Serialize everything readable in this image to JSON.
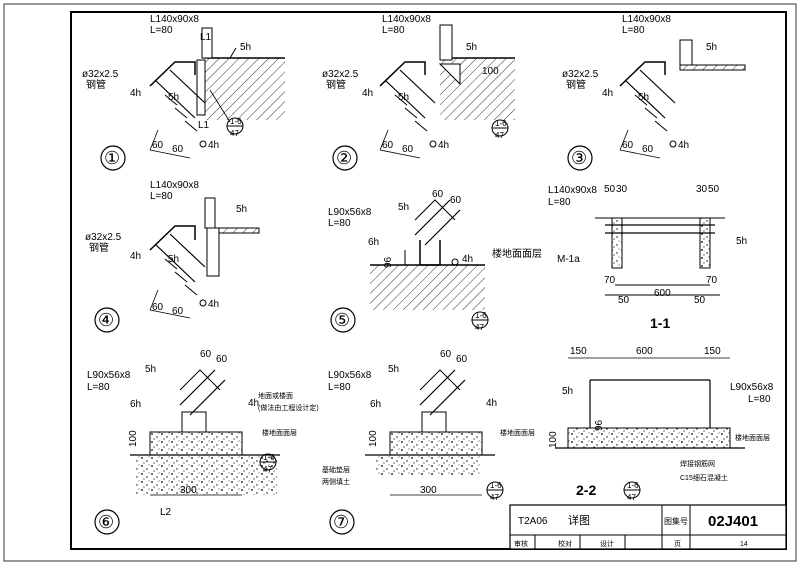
{
  "title_block": {
    "sheet_code": "T2A06",
    "title": "详图",
    "atlas_label": "图集号",
    "atlas_number": "02J401",
    "bottom_labels": [
      "审核",
      "校对",
      "设计",
      "页"
    ],
    "page": "14"
  },
  "details": [
    {
      "num": "①",
      "labels": [
        "L140x90x8",
        "L=80",
        "ø32x2.5",
        "钢管",
        "5h",
        "4h",
        "4h",
        "60",
        "60",
        "5h",
        "L1",
        "L1"
      ],
      "ref_top": "1-6",
      "ref_bottom": "47"
    },
    {
      "num": "②",
      "labels": [
        "L140x90x8",
        "L=80",
        "ø32x2.5",
        "钢管",
        "5h",
        "4h",
        "4h",
        "60",
        "60",
        "5h",
        "100"
      ],
      "ref_top": "1-6",
      "ref_bottom": "47"
    },
    {
      "num": "③",
      "labels": [
        "L140x90x8",
        "L=80",
        "ø32x2.5",
        "钢管",
        "5h",
        "4h",
        "4h",
        "60",
        "60",
        "5h"
      ]
    },
    {
      "num": "④",
      "labels": [
        "L140x90x8",
        "L=80",
        "ø32x2.5",
        "钢管",
        "5h",
        "4h",
        "4h",
        "60",
        "60",
        "5h"
      ]
    },
    {
      "num": "⑤",
      "labels": [
        "L90x56x8",
        "L=80",
        "6h",
        "96",
        "4h",
        "60",
        "60",
        "5h",
        "楼地面面层"
      ],
      "ref_top": "1-6",
      "ref_bottom": "47"
    },
    {
      "num": "⑥",
      "labels": [
        "L90x56x8",
        "L=80",
        "5h",
        "6h",
        "4h",
        "60",
        "60",
        "100",
        "300",
        "L2",
        "地面或楼面",
        "(做法由工程设计定)",
        "楼地面面层"
      ],
      "ref_top": "1-6",
      "ref_bottom": "47"
    },
    {
      "num": "⑦",
      "labels": [
        "L90x56x8",
        "L=80",
        "5h",
        "6h",
        "4h",
        "60",
        "60",
        "100",
        "300",
        "楼地面面层",
        "基础垫层",
        "两侧填土"
      ],
      "ref_top": "1-6",
      "ref_bottom": "47"
    }
  ],
  "section_1_1": {
    "label": "1-1",
    "labels": [
      "L140x90x8",
      "L=80",
      "50",
      "30",
      "30",
      "50",
      "M-1a",
      "5h",
      "70",
      "70",
      "50",
      "600",
      "50"
    ]
  },
  "section_2_2": {
    "label": "2-2",
    "labels": [
      "150",
      "600",
      "150",
      "5h",
      "L90x56x8",
      "L=80",
      "100",
      "96",
      "楼地面面层",
      "焊接钢筋网",
      "C15细石混凝土"
    ],
    "ref_top": "1-6",
    "ref_bottom": "47"
  }
}
